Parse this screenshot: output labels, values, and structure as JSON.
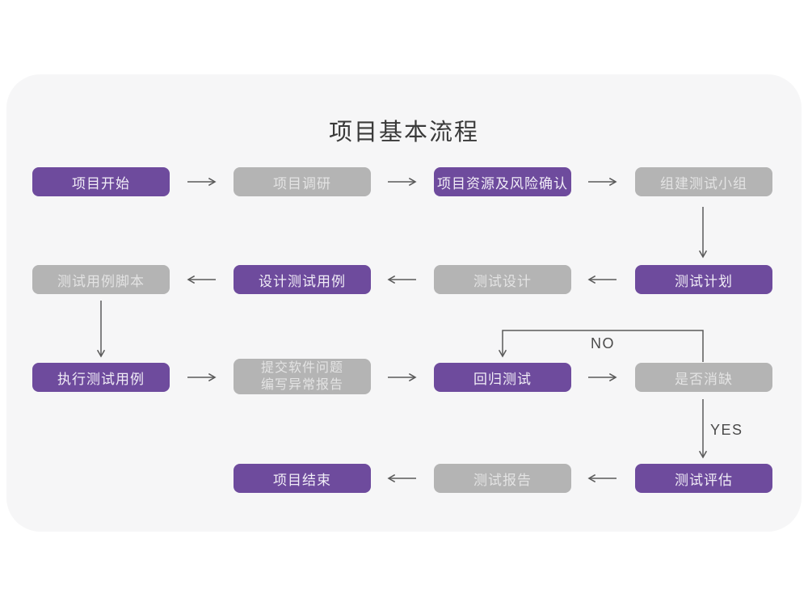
{
  "title": "项目基本流程",
  "colors": {
    "purple": "#6e4b9d",
    "gray": "#b4b4b4",
    "card_bg": "#f6f6f7",
    "arrow": "#5a5a5a",
    "page_bg": "#ffffff",
    "title_color": "#3a3a3a",
    "label_color": "#4a4a4a"
  },
  "flow": {
    "nodes": [
      {
        "label": "项目开始",
        "style": "purple"
      },
      {
        "label": "项目调研",
        "style": "gray"
      },
      {
        "label": "项目资源及风险确认",
        "style": "purple"
      },
      {
        "label": "组建测试小组",
        "style": "gray"
      },
      {
        "label": "测试用例脚本",
        "style": "gray"
      },
      {
        "label": "设计测试用例",
        "style": "purple"
      },
      {
        "label": "测试设计",
        "style": "gray"
      },
      {
        "label": "测试计划",
        "style": "purple"
      },
      {
        "label": "执行测试用例",
        "style": "purple"
      },
      {
        "label": "提交软件问题\n编写异常报告",
        "style": "gray"
      },
      {
        "label": "回归测试",
        "style": "purple"
      },
      {
        "label": "是否消缺",
        "style": "gray"
      },
      {
        "label": "项目结束",
        "style": "purple"
      },
      {
        "label": "测试报告",
        "style": "gray"
      },
      {
        "label": "测试评估",
        "style": "purple"
      }
    ],
    "decision_labels": {
      "no": "NO",
      "yes": "YES"
    }
  }
}
